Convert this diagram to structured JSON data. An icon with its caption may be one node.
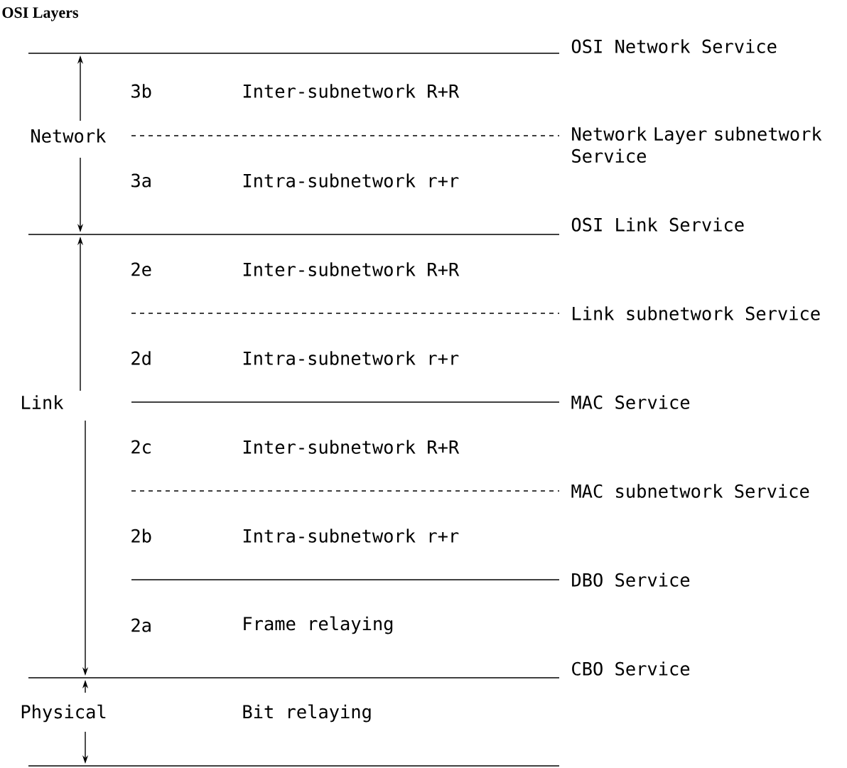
{
  "diagram": {
    "title": "OSI Layers",
    "labels": [
      "OSI Network Service",
      "3b",
      "Inter-subnetwork R+R",
      "Network",
      "Network Layer subnetwork Service",
      "3a",
      "Intra-subnetwork r+r",
      "OSI Link Service",
      "2e",
      "Inter-subnetwork R+R",
      "Link subnetwork Service",
      "2d",
      "Intra-subnetwork r+r",
      "Link",
      "MAC Service",
      "2c",
      "Inter-subnetwork R+R",
      "MAC subnetwork Service",
      "2b",
      "Intra-subnetwork r+r",
      "DBO Service",
      "2a",
      "Frame relaying",
      "CBO Service",
      "Physical",
      "Bit relaying"
    ]
  }
}
